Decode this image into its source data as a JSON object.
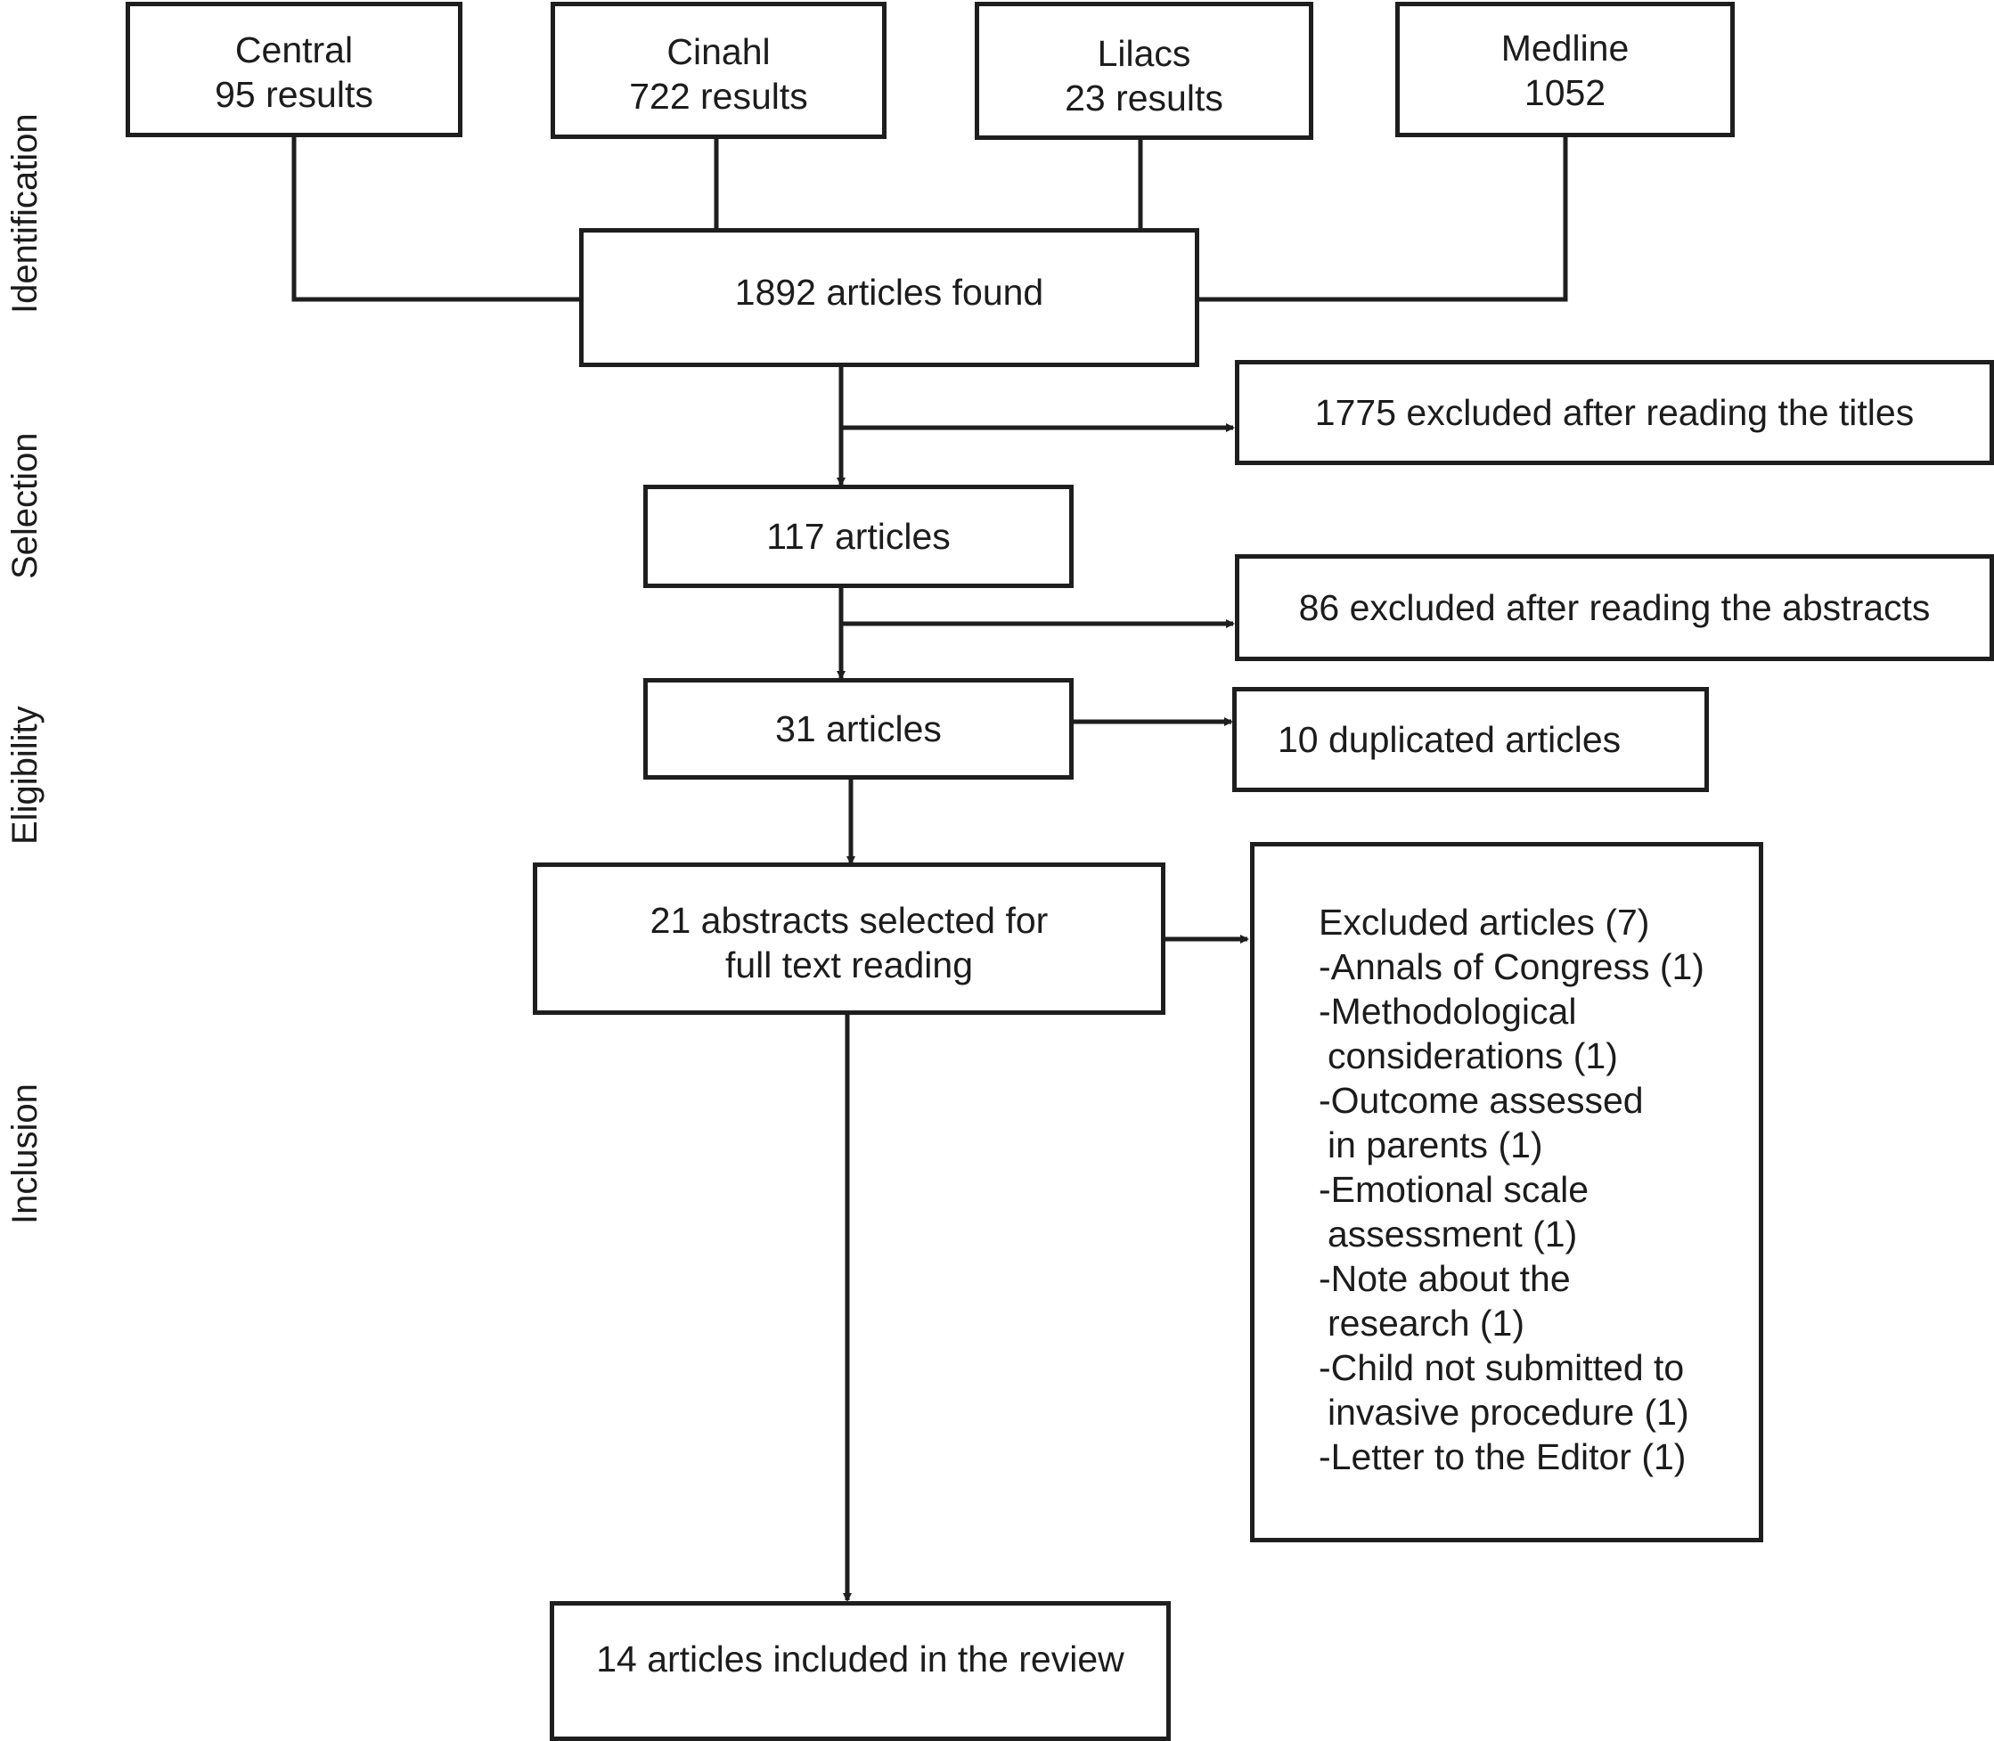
{
  "stages": {
    "identification": "Identification",
    "selection": "Selection",
    "eligibility": "Eligibility",
    "inclusion": "Inclusion"
  },
  "sources": {
    "central": {
      "name": "Central",
      "count": "95 results"
    },
    "cinahl": {
      "name": "Cinahl",
      "count": "722 results"
    },
    "lilacs": {
      "name": "Lilacs",
      "count": "23 results"
    },
    "medline": {
      "name": "Medline",
      "count": "1052"
    }
  },
  "flow": {
    "found": "1892 articles found",
    "after_titles": "117 articles",
    "after_abstracts": "31 articles",
    "full_text_line1": "21 abstracts selected for",
    "full_text_line2": "full text reading",
    "included": "14 articles included in the review"
  },
  "exclusions": {
    "titles": "1775 excluded after reading the titles",
    "abstracts": "86 excluded after reading the abstracts",
    "duplicates": "10 duplicated articles",
    "full_text": {
      "heading": "Excluded articles (7)",
      "lines": [
        "-Annals of Congress (1)",
        "-Methodological",
        "considerations (1)",
        "-Outcome assessed",
        "in parents (1)",
        "-Emotional scale",
        "assessment (1)",
        "-Note about the",
        "research (1)",
        "-Child not submitted to",
        "invasive procedure (1)",
        "-Letter to the Editor (1)"
      ]
    }
  },
  "colors": {
    "line": "#1e1e1e",
    "text": "#1c1c1c",
    "background": "#ffffff"
  }
}
